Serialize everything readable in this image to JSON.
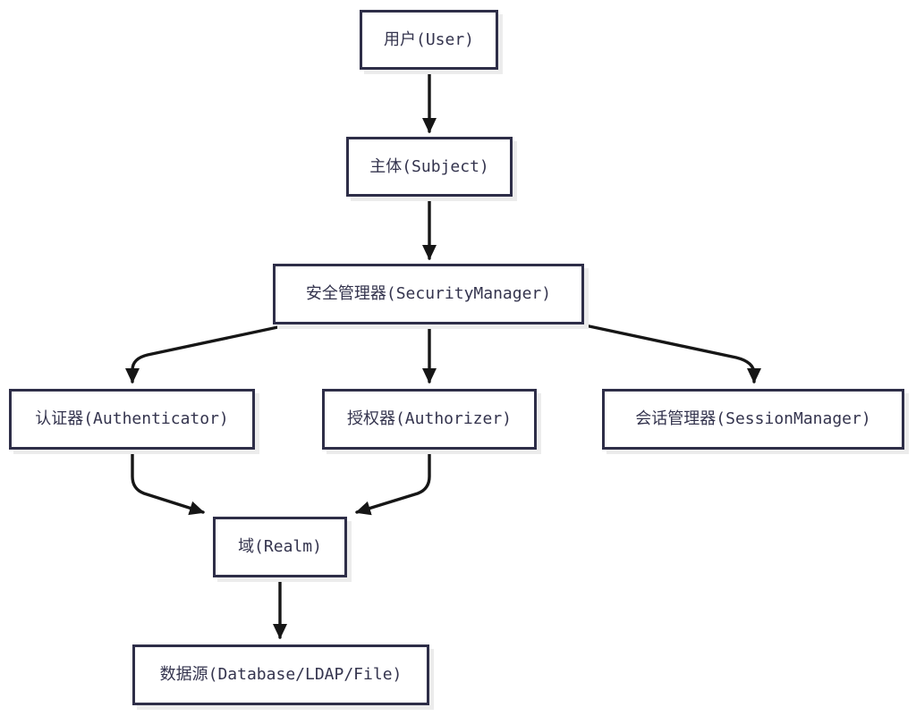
{
  "diagram": {
    "type": "flowchart",
    "direction": "top-down",
    "nodes": [
      {
        "id": "user",
        "label": "用户(User)"
      },
      {
        "id": "subject",
        "label": "主体(Subject)"
      },
      {
        "id": "security-manager",
        "label": "安全管理器(SecurityManager)"
      },
      {
        "id": "authenticator",
        "label": "认证器(Authenticator)"
      },
      {
        "id": "authorizer",
        "label": "授权器(Authorizer)"
      },
      {
        "id": "session-manager",
        "label": "会话管理器(SessionManager)"
      },
      {
        "id": "realm",
        "label": "域(Realm)"
      },
      {
        "id": "datasource",
        "label": "数据源(Database/LDAP/File)"
      }
    ],
    "edges": [
      {
        "from": "user",
        "to": "subject"
      },
      {
        "from": "subject",
        "to": "security-manager"
      },
      {
        "from": "security-manager",
        "to": "authenticator"
      },
      {
        "from": "security-manager",
        "to": "authorizer"
      },
      {
        "from": "security-manager",
        "to": "session-manager"
      },
      {
        "from": "authenticator",
        "to": "realm"
      },
      {
        "from": "authorizer",
        "to": "realm"
      },
      {
        "from": "realm",
        "to": "datasource"
      }
    ]
  },
  "colors": {
    "node_border": "#2e2e48",
    "node_fill": "#ffffff",
    "node_text": "#34344e",
    "edge": "#161616",
    "shadow": "#ececec",
    "background": "#ffffff"
  }
}
